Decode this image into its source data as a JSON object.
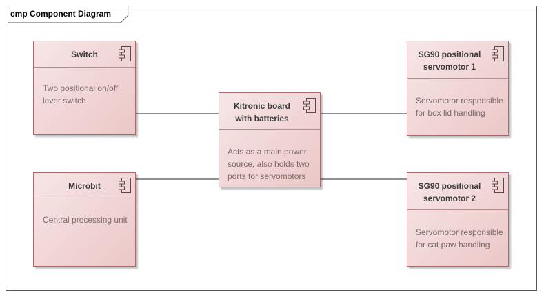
{
  "diagram": {
    "title": "cmp Component Diagram"
  },
  "components": {
    "switch": {
      "name": "Switch",
      "description": "Two positional on/off lever switch"
    },
    "microbit": {
      "name": "Microbit",
      "description": "Central processing unit"
    },
    "kitronic": {
      "name": "Kitronic board with batteries",
      "description": "Acts as a main power source, also holds two ports for servomotors"
    },
    "servo1": {
      "name": "SG90 positional servomotor 1",
      "description": "Servomotor responsible for box lid handling"
    },
    "servo2": {
      "name": "SG90 positional servomotor 2",
      "description": "Servomotor responsible for cat paw handling"
    }
  },
  "connections": [
    {
      "from": "Switch",
      "to": "Kitronic board with batteries"
    },
    {
      "from": "Microbit",
      "to": "Kitronic board with batteries"
    },
    {
      "from": "Kitronic board with batteries",
      "to": "SG90 positional servomotor 1"
    },
    {
      "from": "Kitronic board with batteries",
      "to": "SG90 positional servomotor 2"
    }
  ],
  "colors": {
    "component_fill_light": "#f7e6e6",
    "component_fill_dark": "#ecc7c7",
    "component_border": "#a76b6b",
    "connector": "#4a4f5a"
  }
}
